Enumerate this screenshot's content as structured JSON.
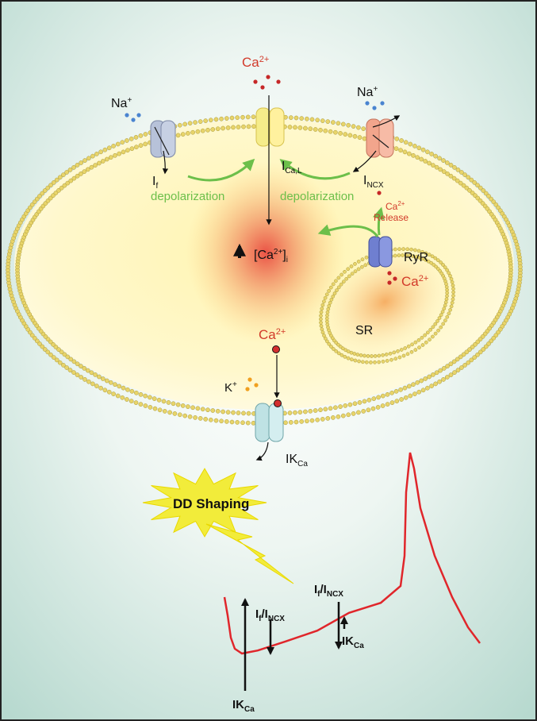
{
  "labels": {
    "ca_top": "Ca",
    "ca_top_sup": "2+",
    "na_left": "Na",
    "na_left_sup": "+",
    "na_right": "Na",
    "na_right_sup": "+",
    "i_f": "I",
    "i_f_sub": "f",
    "i_cal": "I",
    "i_cal_sub": "Ca,L",
    "i_ncx": "I",
    "i_ncx_sub": "NCX",
    "depol_left": "depolarization",
    "depol_right": "depolarization",
    "ca_release": "Ca",
    "ca_release_sup": "2+",
    "release_word": "Release",
    "ryr": "RyR",
    "ca_sr": "Ca",
    "ca_sr_sup": "2+",
    "sr": "SR",
    "cai_prefix": "[Ca",
    "cai_sup": "2+",
    "cai_suffix": "]",
    "cai_sub": "i",
    "ca_mid": "Ca",
    "ca_mid_sup": "2+",
    "k": "K",
    "k_sup": "+",
    "ikca": "IK",
    "ikca_sub": "Ca",
    "dd_shaping": "DD Shaping",
    "trace_if_top": "I",
    "trace_if_top_sub": "f",
    "trace_if_top_slash": "/I",
    "trace_if_top_sub2": "NCX",
    "trace_if_bot": "I",
    "trace_if_bot_sub": "f",
    "trace_if_bot_slash": "/I",
    "trace_if_bot_sub2": "NCX",
    "trace_ikca_right": "IK",
    "trace_ikca_right_sub": "Ca",
    "trace_ikca_left": "IK",
    "trace_ikca_left_sub": "Ca"
  },
  "colors": {
    "red_text": "#d23a2a",
    "green": "#6cbf4a",
    "trace": "#e0262b",
    "lipid_head": "#e8d46a",
    "star": "#f2ec3a"
  }
}
